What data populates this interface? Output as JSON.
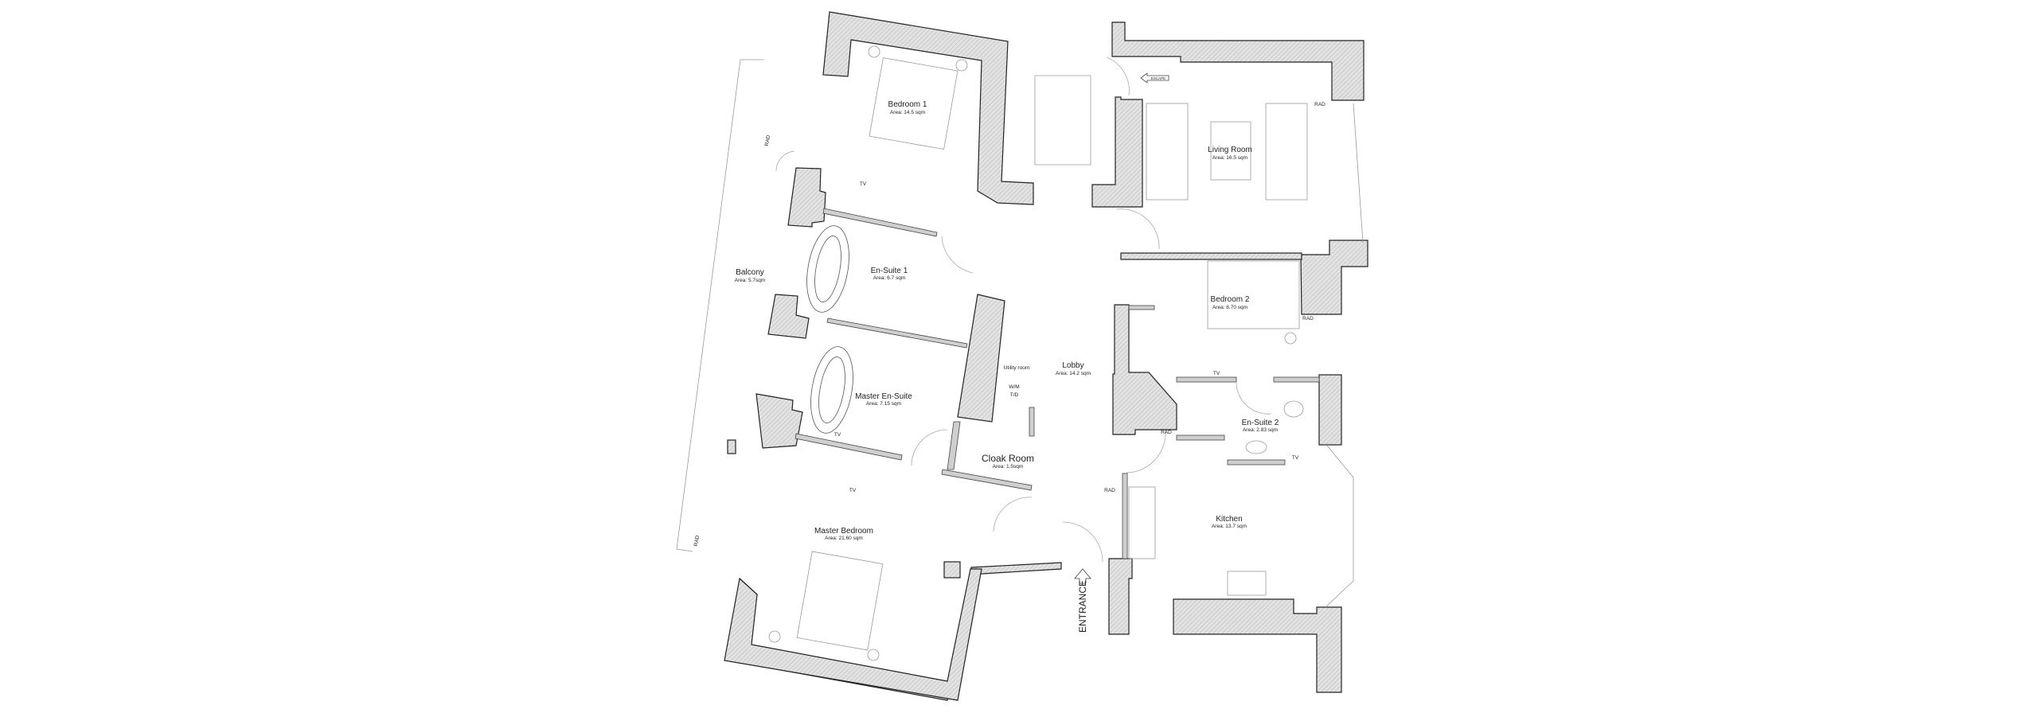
{
  "rooms": {
    "bedroom1": {
      "name": "Bedroom 1",
      "area": "Area: 14.5 sqm"
    },
    "ensuite1": {
      "name": "En-Suite 1",
      "area": "Area: 6.7 sqm"
    },
    "balcony": {
      "name": "Balcony",
      "area": "Area: 5.7sqm"
    },
    "living": {
      "name": "Living Room",
      "area": "Area: 16.5 sqm"
    },
    "bedroom2": {
      "name": "Bedroom 2",
      "area": "Area: 8.70 sqm"
    },
    "master_ensuite": {
      "name": "Master En-Suite",
      "area": "Area: 7.15 sqm"
    },
    "lobby": {
      "name": "Lobby",
      "area": "Area: 14.2 sqm"
    },
    "utility": {
      "name": "Utility room",
      "wm": "W/M",
      "td": "T/D"
    },
    "cloak": {
      "name": "Cloak Room",
      "area": "Area: 1.5sqm"
    },
    "master_bedroom": {
      "name": "Master Bedroom",
      "area": "Area: 21.60 sqm"
    },
    "ensuite2": {
      "name": "En-Suite 2",
      "area": "Area: 2.83 sqm"
    },
    "kitchen": {
      "name": "Kitchen",
      "area": "Area: 13.7 sqm"
    }
  },
  "annotations": {
    "entrance": "ENTRANCE",
    "escape": "ESCAPE",
    "rad": "RAD",
    "tv": "TV"
  },
  "colors": {
    "wall_fill": "#e0e0e0",
    "line": "#222222"
  }
}
